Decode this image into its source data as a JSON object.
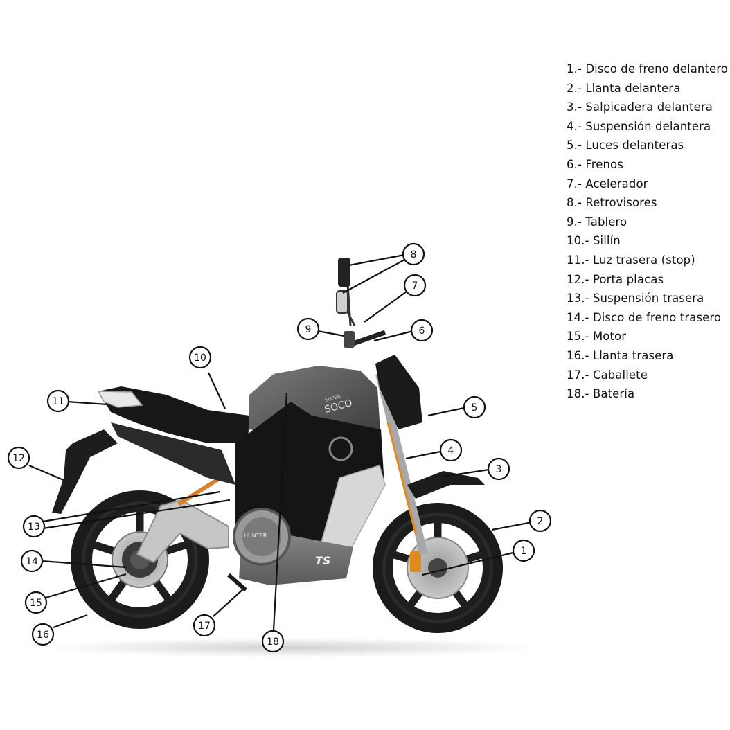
{
  "legend": [
    {
      "num": "1",
      "text": "1.- Disco de freno delantero"
    },
    {
      "num": "2",
      "text": "2.- Llanta delantera"
    },
    {
      "num": "3",
      "text": "3.- Salpicadera delantera"
    },
    {
      "num": "4",
      "text": "4.- Suspensión delantera"
    },
    {
      "num": "5",
      "text": "5.- Luces delanteras"
    },
    {
      "num": "6",
      "text": "6.- Frenos"
    },
    {
      "num": "7",
      "text": "7.- Acelerador"
    },
    {
      "num": "8",
      "text": "8.- Retrovisores"
    },
    {
      "num": "9",
      "text": "9.- Tablero"
    },
    {
      "num": "10",
      "text": "10.- Sillín"
    },
    {
      "num": "11",
      "text": "11.- Luz trasera (stop)"
    },
    {
      "num": "12",
      "text": "12.- Porta placas"
    },
    {
      "num": "13",
      "text": "13.- Suspensión trasera"
    },
    {
      "num": "14",
      "text": "14.- Disco de freno trasero"
    },
    {
      "num": "15",
      "text": "15.- Motor"
    },
    {
      "num": "16",
      "text": "16.- Llanta trasera"
    },
    {
      "num": "17",
      "text": "17.- Caballete"
    },
    {
      "num": "18",
      "text": "18.- Batería"
    }
  ],
  "bike_text": {
    "tank_brand_small": "SUPER",
    "tank_brand": "SOCO",
    "model_badge": "TS",
    "motor_label": "HUNTER"
  },
  "colors": {
    "body_dark": "#141414",
    "body_grey": "#6e6e70",
    "panel_silver": "#d8d8da",
    "tire": "#1a1a1a",
    "accent_orange": "#e08a1e"
  }
}
